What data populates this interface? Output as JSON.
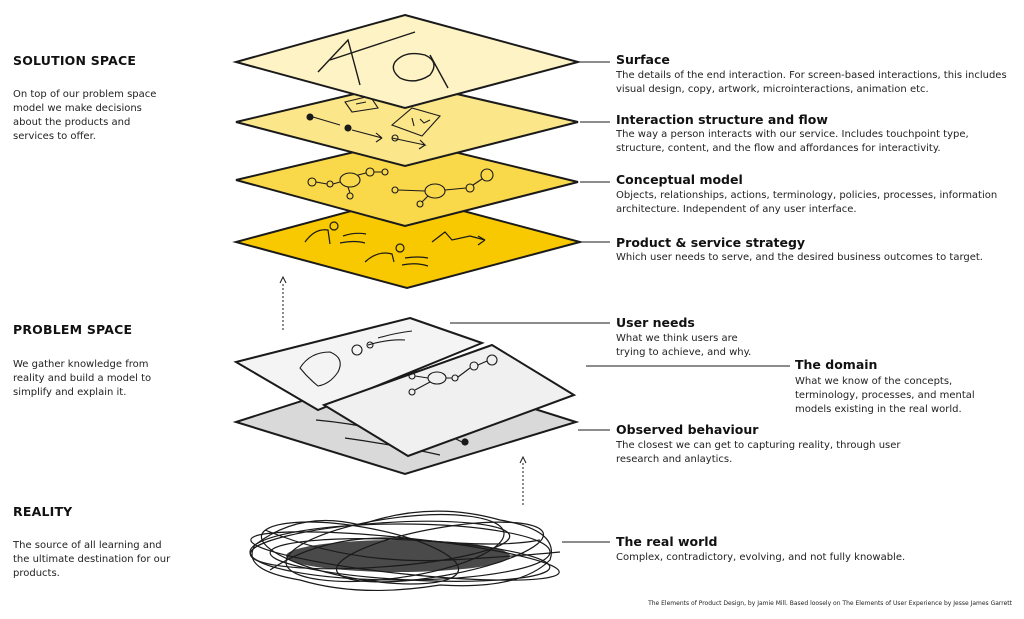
{
  "sections": {
    "solution": {
      "title": "SOLUTION SPACE",
      "desc": "On top of our problem space model we make decisions about the products and services to offer."
    },
    "problem": {
      "title": "PROBLEM SPACE",
      "desc": "We gather knowledge from reality and build a model to simplify and explain it."
    },
    "reality": {
      "title": "REALITY",
      "desc": "The source of all learning and the ultimate destination for our products."
    }
  },
  "layers": {
    "surface": {
      "title": "Surface",
      "desc": "The details of the end interaction. For screen-based interactions, this includes visual design, copy, artwork, microinteractions, animation etc."
    },
    "interaction": {
      "title": "Interaction structure and flow",
      "desc": "The way a person interacts with our service. Includes touchpoint type, structure, content, and the flow and affordances for interactivity."
    },
    "conceptual": {
      "title": "Conceptual model",
      "desc": "Objects, relationships, actions, terminology, policies, processes, information architecture. Independent of any user interface."
    },
    "strategy": {
      "title": "Product & service strategy",
      "desc": "Which user needs to serve, and the desired business outcomes to target."
    },
    "user_needs": {
      "title": "User needs",
      "desc": "What we think users are trying to achieve, and why."
    },
    "domain": {
      "title": "The domain",
      "desc": "What we know of the concepts, terminology, processes, and mental models existing in the real world."
    },
    "observed": {
      "title": "Observed behaviour",
      "desc": "The closest we can get to capturing reality, through user research and anlaytics."
    },
    "real_world": {
      "title": "The real world",
      "desc": "Complex, contradictory, evolving, and not fully knowable."
    }
  },
  "colors": {
    "surface": "#fdf3c4",
    "interaction": "#fbe68a",
    "conceptual": "#f9d84a",
    "strategy": "#f8c800",
    "user_needs": "#f4f4f4",
    "domain": "#f0f0f0",
    "observed": "#d9d9d9",
    "stroke": "#1a1a1a"
  },
  "credit": "The Elements of Product Design, by Jamie Mill. Based loosely on The Elements of User Experience by Jesse James Garrett"
}
